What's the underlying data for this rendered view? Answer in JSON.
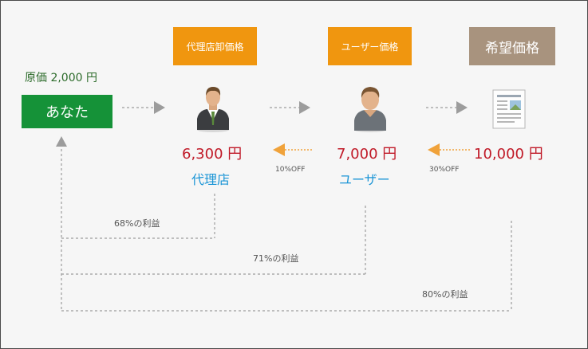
{
  "labels": {
    "dealer_wholesale": "代理店卸価格",
    "user_price": "ユーザー価格",
    "msrp": "希望価格"
  },
  "you": {
    "cost": "原価 2,000 円",
    "name": "あなた"
  },
  "dealer": {
    "price": "6,300 円",
    "name": "代理店"
  },
  "user": {
    "price": "7,000 円",
    "name": "ユーザー"
  },
  "msrp": {
    "price": "10,000 円"
  },
  "discounts": {
    "user_to_dealer": "10%OFF",
    "msrp_to_user": "30%OFF"
  },
  "profits": {
    "dealer": "68%の利益",
    "user": "71%の利益",
    "msrp": "80%の利益"
  },
  "icons": [
    "businessman-icon",
    "user-person-icon",
    "price-document-icon"
  ],
  "colors": {
    "orange": "#f0960f",
    "green": "#159238",
    "brown": "#a8937e",
    "red": "#c01927",
    "blue": "#1b95d6"
  }
}
